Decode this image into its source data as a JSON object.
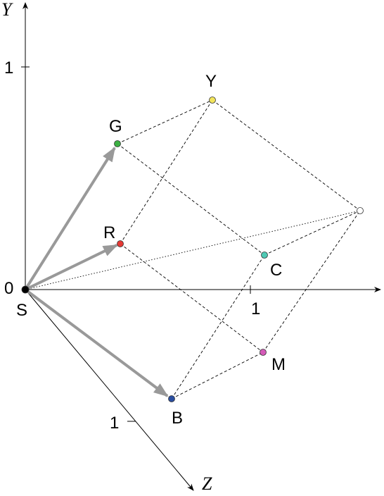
{
  "axes": {
    "y_label": "Y",
    "z_label": "Z",
    "origin_label": "0",
    "x_tick": "1",
    "y_tick": "1",
    "z_tick": "1"
  },
  "points": {
    "S": {
      "label": "S",
      "color": "#000000"
    },
    "R": {
      "label": "R",
      "color": "#e53935"
    },
    "G": {
      "label": "G",
      "color": "#3cb043"
    },
    "B": {
      "label": "B",
      "color": "#2a4ea0"
    },
    "Y": {
      "label": "Y",
      "color": "#f2e45c"
    },
    "C": {
      "label": "C",
      "color": "#4fc9b4"
    },
    "M": {
      "label": "M",
      "color": "#d45ab8"
    },
    "W": {
      "label": "",
      "color": "#ffffff"
    }
  },
  "colors": {
    "vector_arrows": "#999999",
    "lines": "#000000"
  }
}
